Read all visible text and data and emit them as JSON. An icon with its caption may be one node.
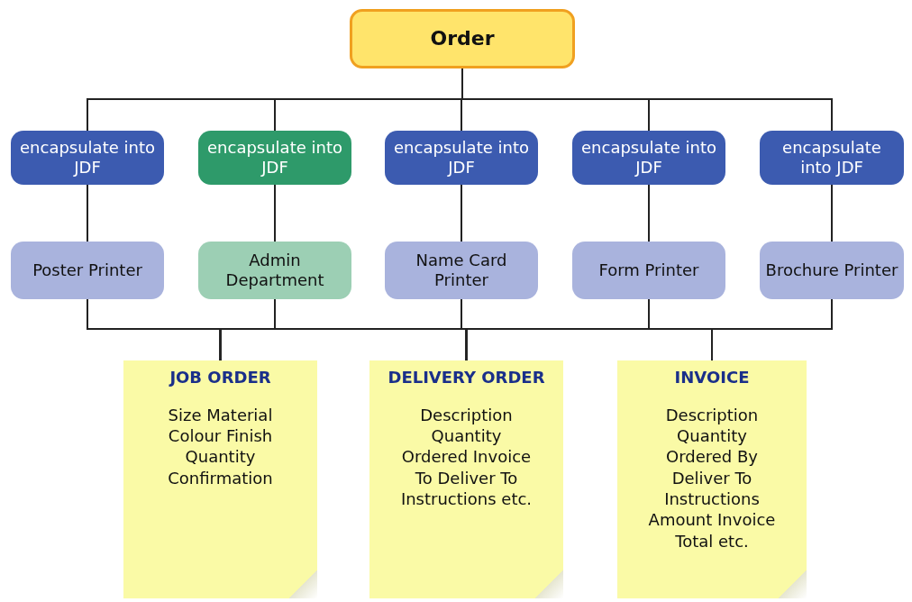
{
  "diagram": {
    "nodes": [
      {
        "text": [
          "Order"
        ]
      },
      {
        "text": [
          "encapsulate into JDF"
        ]
      },
      {
        "text": [
          "encapsulate into JDF"
        ]
      },
      {
        "text": [
          "encapsulate into JDF"
        ]
      },
      {
        "text": [
          "encapsulate into JDF"
        ]
      },
      {
        "text": [
          "encapsulate into JDF"
        ]
      },
      {
        "text": [
          "Poster Printer"
        ]
      },
      {
        "text": [
          "Admin Department"
        ]
      },
      {
        "text": [
          "Name Card Printer"
        ]
      },
      {
        "text": [
          "Form Printer"
        ]
      },
      {
        "text": [
          "Brochure Printer"
        ]
      },
      {
        "text": [
          "JOB ORDER",
          "Size Material Colour Finish Quantity Confirmation"
        ]
      },
      {
        "text": [
          "DELIVERY ORDER",
          "Description Quantity Ordered Invoice To Deliver To Instructions etc."
        ]
      },
      {
        "text": [
          "INVOICE",
          "Description Quantity Ordered By Deliver To Instructions Amount Invoice Total etc."
        ]
      }
    ],
    "edges": [
      {
        "from": 0,
        "to": 1,
        "arrow": "none"
      },
      {
        "from": 0,
        "to": 2,
        "arrow": "none"
      },
      {
        "from": 0,
        "to": 3,
        "arrow": "none"
      },
      {
        "from": 0,
        "to": 4,
        "arrow": "none"
      },
      {
        "from": 0,
        "to": 5,
        "arrow": "none"
      },
      {
        "from": 1,
        "to": 6,
        "arrow": "none"
      },
      {
        "from": 2,
        "to": 7,
        "arrow": "none"
      },
      {
        "from": 3,
        "to": 8,
        "arrow": "none"
      },
      {
        "from": 4,
        "to": 9,
        "arrow": "none"
      },
      {
        "from": 5,
        "to": 10,
        "arrow": "none"
      },
      {
        "from": 6,
        "to": 11,
        "arrow": "none"
      },
      {
        "from": 6,
        "to": 12,
        "arrow": "none"
      },
      {
        "from": 6,
        "to": 13,
        "arrow": "none"
      },
      {
        "from": 7,
        "to": 11,
        "arrow": "none"
      },
      {
        "from": 7,
        "to": 12,
        "arrow": "none"
      },
      {
        "from": 7,
        "to": 13,
        "arrow": "none"
      },
      {
        "from": 8,
        "to": 11,
        "arrow": "none"
      },
      {
        "from": 8,
        "to": 12,
        "arrow": "none"
      },
      {
        "from": 8,
        "to": 13,
        "arrow": "none"
      },
      {
        "from": 9,
        "to": 11,
        "arrow": "none"
      },
      {
        "from": 9,
        "to": 12,
        "arrow": "none"
      },
      {
        "from": 9,
        "to": 13,
        "arrow": "none"
      },
      {
        "from": 10,
        "to": 11,
        "arrow": "none"
      },
      {
        "from": 10,
        "to": 12,
        "arrow": "none"
      },
      {
        "from": 10,
        "to": 13,
        "arrow": "none"
      }
    ]
  }
}
